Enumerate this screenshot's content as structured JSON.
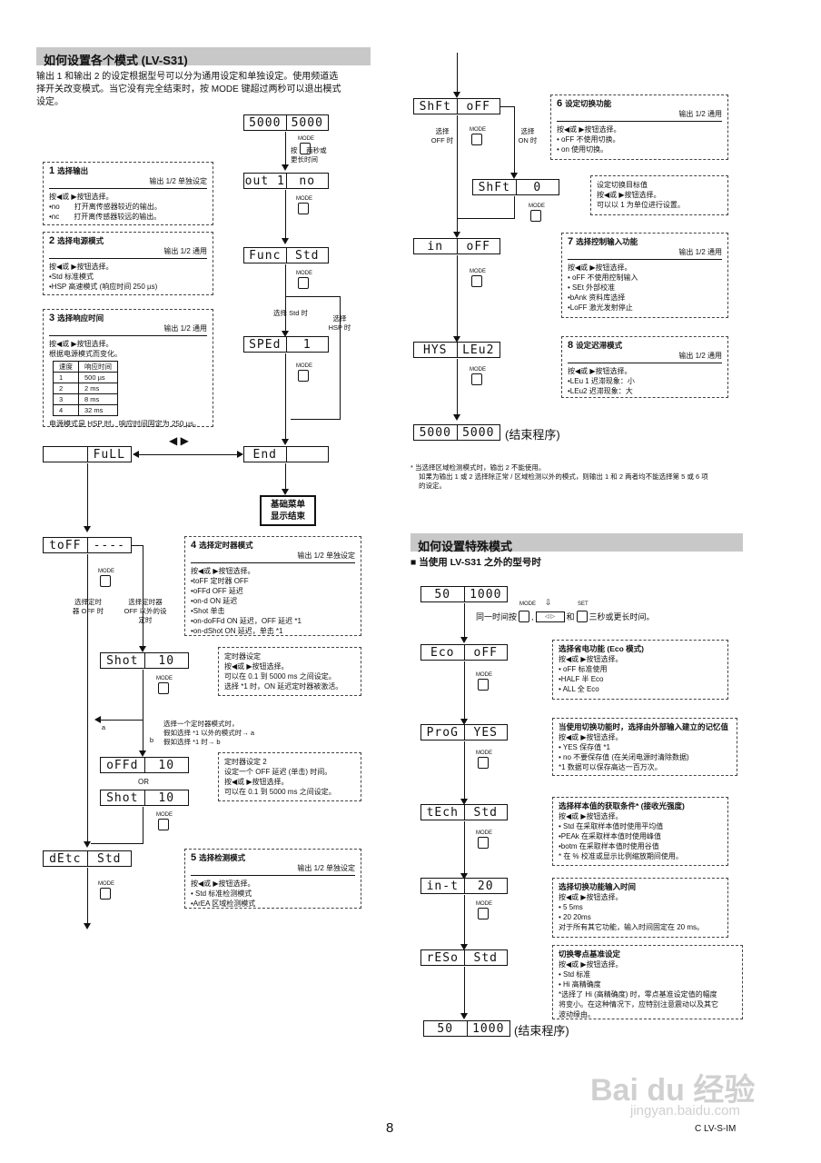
{
  "section1": {
    "title": "如何设置各个模式 (LV-S31)",
    "intro": [
      "输出 1 和输出 2 的设定根据型号可以分为通用设定和单独设定。使用频道选",
      "择开关改变模式。当它没有完全结束时，按 MODE 键超过两秒可以退出模式",
      "设定。"
    ]
  },
  "mode_label": "MODE",
  "displays": {
    "d_start": [
      "5000",
      "5000"
    ],
    "d_out1": [
      "out 1",
      "no"
    ],
    "d_func": [
      "Func",
      "Std"
    ],
    "d_sped": [
      "SPEd",
      "1"
    ],
    "d_full": [
      "",
      "FuLL"
    ],
    "d_end": [
      "End",
      ""
    ],
    "d_toff": [
      "toFF",
      "----"
    ],
    "d_shot1": [
      "Shot",
      "10"
    ],
    "d_offd": [
      "oFFd",
      "10"
    ],
    "d_shot2": [
      "Shot",
      "10"
    ],
    "d_detc": [
      "dEtc",
      "Std"
    ],
    "d_shft": [
      "ShFt",
      "oFF"
    ],
    "d_shft0": [
      "ShFt",
      "0"
    ],
    "d_in": [
      "in",
      "oFF"
    ],
    "d_hys": [
      "HYS",
      "LEu2"
    ],
    "d_end2": [
      "5000",
      "5000"
    ],
    "d_s1": [
      "50",
      "1000"
    ],
    "d_eco": [
      "Eco",
      "oFF"
    ],
    "d_prog": [
      "ProG",
      "YES"
    ],
    "d_tech": [
      "tEch",
      "Std"
    ],
    "d_int": [
      "in-t",
      "20"
    ],
    "d_reso": [
      "rESo",
      "Std"
    ],
    "d_s2": [
      "50",
      "1000"
    ]
  },
  "flow_labels": {
    "press_two_sec": "两秒或",
    "press_prefix": "按",
    "longer": "更长时间",
    "std_case": "选择 Std 时",
    "hsp_case_1": "选择",
    "hsp_case_2": "HSP 时",
    "arrows_lr": "◀ ▶",
    "basic_menu_1": "基础菜单",
    "basic_menu_2": "显示结束",
    "timer_off_1": "选择定时",
    "timer_off_2": "器 OFF 时",
    "timer_other_1": "选择定时器",
    "timer_other_2": "OFF 以外的设",
    "timer_other_3": "定时",
    "select_timer_1": "选择一个定时器模式时，",
    "select_timer_2": "假如选择 *1 以外的模式时→ a",
    "select_timer_3": "假如选择 *1 时→ b",
    "a": "a",
    "b": "b",
    "or": "OR",
    "shift_off_1": "选择",
    "shift_off_2": "OFF 时",
    "shift_on_1": "选择",
    "shift_on_2": "ON 时",
    "end_program": "(结束程序)",
    "end_program2": "(结束程序)",
    "same_time_prefix": "同一时间按",
    "same_time_and": "和",
    "same_time_suffix": "三秒或更长时间。",
    "set_label": "SET"
  },
  "boxes": {
    "b1": {
      "num": "1",
      "title": "选择输出",
      "sub": "输出 1/2 单独设定",
      "lines": [
        "按◀或 ▶按钮选择。",
        "•no　　打开离传感器较近的输出。",
        "•nc　　打开离传感器较远的输出。"
      ]
    },
    "b2": {
      "num": "2",
      "title": "选择电源模式",
      "sub": "输出 1/2 通用",
      "lines": [
        "按◀或 ▶按钮选择。",
        "•Std 标准模式",
        "•HSP 高速模式 (响应时间 250 µs)"
      ]
    },
    "b3": {
      "num": "3",
      "title": "选择响应时间",
      "sub": "输出 1/2 通用",
      "lines": [
        "按◀或 ▶按钮选择。",
        "根据电源模式而变化。"
      ],
      "table_header": [
        "速度",
        "响应时间"
      ],
      "table_rows": [
        [
          "1",
          "500 µs"
        ],
        [
          "2",
          "2 ms"
        ],
        [
          "3",
          "8 ms"
        ],
        [
          "4",
          "32 ms"
        ]
      ],
      "foot": "电源模式是 HSP 时，响应时间固定为 250 µs。"
    },
    "b4": {
      "num": "4",
      "title": "选择定时器模式",
      "sub": "输出 1/2 单独设定",
      "lines": [
        "按◀或 ▶按钮选择。",
        "•toFF 定时器 OFF",
        "•oFFd OFF 延迟",
        "•on-d ON 延迟",
        "•Shot 单击",
        "•on-doFFd ON 延迟，OFF 延迟 *1",
        "•on-dShot ON 延迟，单击 *1"
      ]
    },
    "b4a": {
      "title": "定时器设定",
      "lines": [
        "按◀或 ▶按钮选择。",
        "可以在 0.1 到 5000 ms 之间设定。",
        "选择 *1 时，ON 延迟定时器被激活。"
      ]
    },
    "b4b": {
      "title": "定时器设定 2",
      "lines": [
        "设定一个 OFF 延迟 (单击) 时间。",
        "按◀或 ▶按钮选择。",
        "可以在 0.1 到 5000 ms 之间设定。"
      ]
    },
    "b5": {
      "num": "5",
      "title": "选择检测模式",
      "sub": "输出 1/2 单独设定",
      "lines": [
        "按◀或 ▶按钮选择。",
        "• Std 标准检测模式",
        "•ArEA 区域检测模式"
      ]
    },
    "b6": {
      "num": "6",
      "title": "设定切换功能",
      "sub": "输出 1/2 通用",
      "lines": [
        "按◀或 ▶按钮选择。",
        "• oFF 不使用切换。",
        "• on 使用切换。"
      ]
    },
    "b6a": {
      "title": "设定切换目标值",
      "lines": [
        "按◀或 ▶按钮选择。",
        "可以以 1 为单位进行设置。"
      ]
    },
    "b7": {
      "num": "7",
      "title": "选择控制输入功能",
      "sub": "输出 1/2 通用",
      "lines": [
        "按◀或 ▶按钮选择。",
        "• oFF 不使用控制输入",
        "• SEt 外部校准",
        "•bAnk 资料库选择",
        "•LoFF 激光发射停止"
      ]
    },
    "b8": {
      "num": "8",
      "title": "设定迟滞模式",
      "sub": "输出 1/2 通用",
      "lines": [
        "按◀或 ▶按钮选择。",
        "•LEu 1 迟滞现象：小",
        "•LEu2 迟滞现象：大"
      ]
    },
    "c1": {
      "title": "选择省电功能 (Eco 模式)",
      "lines": [
        "按◀或 ▶按钮选择。",
        "• oFF 标准使用",
        "•HALF 半 Eco",
        "• ALL 全 Eco"
      ]
    },
    "c2": {
      "title": "当使用切换功能时，选择由外部输入建立的记忆值",
      "lines": [
        "按◀或 ▶按钮选择。",
        "• YES 保存值 *1",
        "• no 不要保存值 (在关闭电源时清除数据)",
        "*1 数据可以保存高达一百万次。"
      ]
    },
    "c3": {
      "title": "选择样本值的获取条件* (接收光强度)",
      "lines": [
        "按◀或 ▶按钮选择。",
        "• Std 在采取样本值时使用平均值",
        "•PEAk 在采取样本值时使用峰值",
        "•botm 在采取样本值时使用谷值",
        "* 在 % 校准或显示比例缩放期间使用。"
      ]
    },
    "c4": {
      "title": "选择切换功能输入时间",
      "lines": [
        "按◀或 ▶按钮选择。",
        "• 5 5ms",
        "• 20 20ms",
        "对于所有其它功能，输入时间固定在 20 ms。"
      ]
    },
    "c5": {
      "title": "切换零点基准设定",
      "lines": [
        "按◀或 ▶按钮选择。",
        "• Std 标准",
        "• Hi 高精确度",
        "*选择了 Hi (高精确度) 时，零点基准设定值的幅度",
        "将变小。在这种情况下，应特别注意震动以及其它",
        "波动缘由。"
      ]
    }
  },
  "footnote": [
    "* 当选择区域检测模式时，输出 2 不能使用。",
    "如果为输出 1 或 2 选择除正常 / 区域检测以外的模式，则输出 1 和 2 两者均不能选择第 5 或 6 项",
    "的设定。"
  ],
  "section2": {
    "title": "如何设置特殊模式",
    "subtitle": "■ 当使用 LV-S31 之外的型号时"
  },
  "page_number": "8",
  "doc_code": "C LV-S-IM",
  "watermark": {
    "logo": "Bai du 经验",
    "url": "jingyan.baidu.com"
  }
}
